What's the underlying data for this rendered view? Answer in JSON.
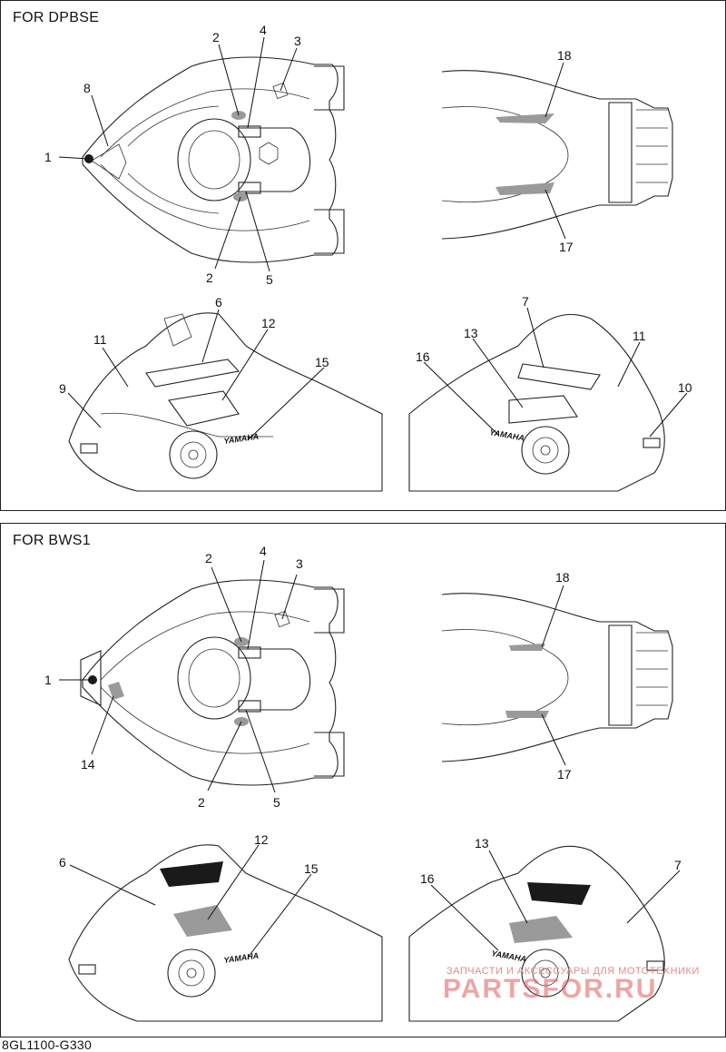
{
  "panels": [
    {
      "title": "FOR DPBSE",
      "callouts": {
        "c1": "1",
        "c2a": "2",
        "c2b": "2",
        "c3": "3",
        "c4": "4",
        "c5": "5",
        "c6": "6",
        "c7": "7",
        "c8": "8",
        "c9": "9",
        "c10": "10",
        "c11a": "11",
        "c11b": "11",
        "c12": "12",
        "c13": "13",
        "c15": "15",
        "c16": "16",
        "c17": "17",
        "c18": "18"
      },
      "logo_left": "YAMAHA",
      "logo_right": "YAMAHA"
    },
    {
      "title": "FOR BWS1",
      "callouts": {
        "c1": "1",
        "c2a": "2",
        "c2b": "2",
        "c3": "3",
        "c4": "4",
        "c5": "5",
        "c6": "6",
        "c7": "7",
        "c12": "12",
        "c13": "13",
        "c14": "14",
        "c15": "15",
        "c16": "16",
        "c17": "17",
        "c18": "18"
      },
      "logo_left": "YAMAHA",
      "logo_right": "YAMAHA"
    }
  ],
  "footer": {
    "code": "8GL1100-G330"
  },
  "watermark": {
    "subtitle": "ЗАПЧАСТИ И АКСЕССУАРЫ ДЛЯ МОТОТЕХНИКИ",
    "brand": "PARTSFOR.RU"
  }
}
